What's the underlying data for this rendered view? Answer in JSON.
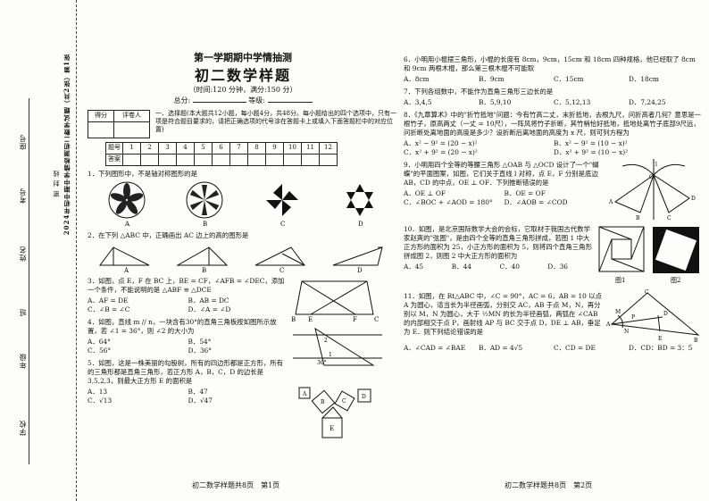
{
  "binding": {
    "seat": "座号",
    "exam_no": "考号",
    "name": "姓名",
    "class": "班",
    "grade": "年级",
    "school": "学校",
    "seal_line": "密     封     线",
    "side_title": "2024年初中期中学情检测初二数学试题（共2张）第1张"
  },
  "header": {
    "title1": "第一学期期中学情抽测",
    "title2": "初二数学样题",
    "info": "（时间:120 分钟，满分:150 分）",
    "total": "总分:",
    "level": "等级:"
  },
  "score_box": {
    "score": "得分",
    "grader": "评卷人"
  },
  "section1": "一、选择题(本大题共12小题，每小题4分，共48分。每小题给出的四个选项中，只有一项是符合题目要求的，请把正确选项的代号涂在答题卡上或填入下面答题栏中的对应位置)",
  "answer_table": {
    "row1": "题号",
    "row2": "答案",
    "nums": [
      "1",
      "2",
      "3",
      "4",
      "5",
      "6",
      "7",
      "8",
      "9",
      "10",
      "11",
      "12"
    ]
  },
  "questions_left": {
    "q1": "1．下列图形中，不是轴对称图形的是",
    "q1_labels": [
      "A",
      "B",
      "C",
      "D"
    ],
    "q2": "2．在下列 △ABC 中，正确画出 AC 边上的高的图形是",
    "q2_labels": [
      "A",
      "B",
      "C",
      "D"
    ],
    "q3": "3．如图，点 E，F 在 BC 上，BE = CF，∠AFB = ∠DEC，添加一个条件，不能说明的是 △ABF ≌ △DCE",
    "q3_opts": [
      "A．AF = DE",
      "B．AB = DC",
      "C．∠B = ∠C",
      "D．∠A = ∠D"
    ],
    "q4": "4．如图，直线 m // n，一块含有30°的直角三角板按如图所示放置，若 ∠1 = 36°，则 ∠2 的大小为",
    "q4_opts": [
      "A．64°",
      "B．54°",
      "C．56°",
      "D．36°"
    ],
    "q5": "5．如图，这是一株美丽的勾股树，所有的四边形都是正方形，所有的三角形都是直角三角形，若正方形 A，B，C，D 的边长是 3,5,2,3，则最大正方形 E 的面积是",
    "q5_opts": [
      "A．13",
      "B．47",
      "C．√13",
      "D．√47"
    ]
  },
  "questions_right": {
    "q6": "6．小明用小棍摆三角形，小棍的长度有 8cm，9cm，15cm 和 18cm 四种规格，他已经取了 8cm 和 9cm 两根木棍，那么第三根木棍不可能取",
    "q6_opts": [
      "A．8cm",
      "B．9cm",
      "C．15cm",
      "D．18cm"
    ],
    "q7": "7．下列各组数中，不能作为直角三角形三边长的是",
    "q7_opts": [
      "A．3,4,5",
      "B．5,9,10",
      "C．5,12,13",
      "D．7,24,25"
    ],
    "q8": "8．《九章算术》中的\"折竹抵地\"问题：今有竹高二丈，末折抵地，去根九尺，问折高者几何？意思是一根竹子，原高两丈（一丈 = 10尺），一阵风将竹子折断，其竹梢恰好抵地，抵地处离竹子底部9尺远，问折断处离地面的高度是多少？设折断后离地面的高度为 x 尺，则可列方程为",
    "q8_opts": [
      "A．x² − 9² = (20 − x)²",
      "B．x² − 9² = (10 − x)²",
      "C．x² + 9² = (20 − x)²",
      "D．x² + 9² = (10 − x)²"
    ],
    "q9": "9．小明用四个全等的等腰三角形 △OAB 与 △OCD 设计了一个\"蝴蝶\"的平面图案，如图，它们关于直线 l 对称，点 E，F 分别是底边 AB，CD 的中点，OE ⊥ OF．下列推断错误的是",
    "q9_opts": [
      "A．OE ⊥ OF",
      "B．OE = OF",
      "C．∠BOC + ∠AOD = 180°",
      "D．∠AOB = ∠COD"
    ],
    "q10": "10．如图，是北京国际数学大会的会标，它取材于我国古代数学家赵爽的\"弦图\"，是由四个全等的直角三角形拼成，若图 1 中大正方形的面积为 25，小正方形的面积为 5，则将四个直角三角形拼成图 2，则图 2 中大正方形的面积为",
    "q10_opts": [
      "A．45",
      "B．44",
      "C．40",
      "D．36"
    ],
    "q10_fig": [
      "图1",
      "图2"
    ],
    "q11": "11．如图，在 Rt△ABC 中，∠C = 90°，AC = 6，AB = 10 以点 A 为圆心，适当长为半径画弧，分别交 AC，AB 于点 M，N，再分别以 M，N 为圆心，大于 ½MN 的长为半径画弧，两弧在 ∠CAB 的内部相交于点 P，画射线 AP 与 BC 交于点 D，DE ⊥ AB，垂足为 E．则下列结论错误的是",
    "q11_opts": [
      "A．∠CAD = ∠BAE",
      "B．AD = 4√5",
      "C．CD = DE",
      "D．CD：BD = 3：5"
    ]
  },
  "footer": {
    "left": "初二数学样题共8页　第1页",
    "right": "初二数学样题共8页　第2页"
  }
}
